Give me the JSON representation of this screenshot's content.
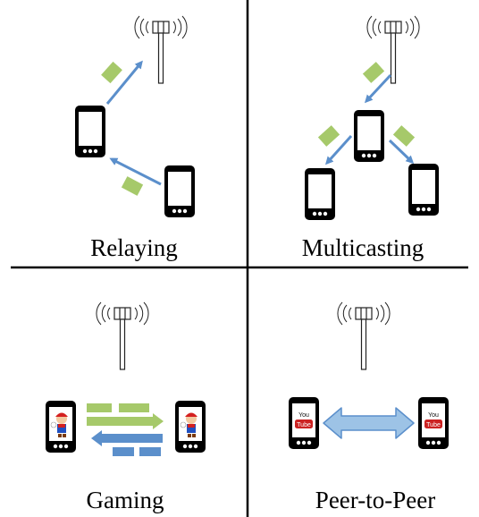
{
  "quadrants": [
    {
      "id": "relaying",
      "caption": "Relaying"
    },
    {
      "id": "multicasting",
      "caption": "Multicasting"
    },
    {
      "id": "gaming",
      "caption": "Gaming"
    },
    {
      "id": "peer_to_peer",
      "caption": "Peer-to-Peer"
    }
  ],
  "icons": {
    "tower": "cell-tower-icon",
    "phone": "smartphone-icon",
    "packet": "data-packet-icon",
    "youtube_logo_text_1": "You",
    "youtube_logo_text_2": "Tube"
  },
  "colors": {
    "arrow_blue": "#5b8fcb",
    "packet_green": "#a6c96a",
    "bar_blue": "#5b8fcb",
    "bar_green": "#a6c96a",
    "double_arrow_fill": "#9dc3e6",
    "double_arrow_stroke": "#5b8fcb",
    "divider": "#000000",
    "phone_body": "#000000",
    "youtube_red": "#cc2222"
  }
}
